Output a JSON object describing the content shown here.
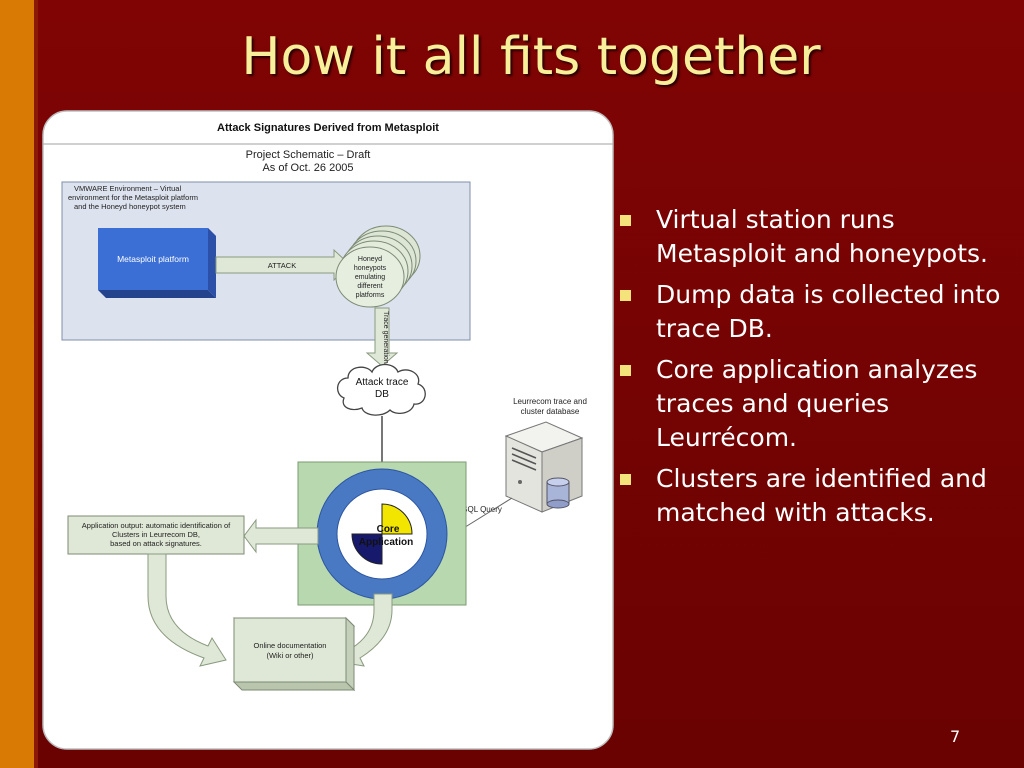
{
  "slide": {
    "title": "How it all fits together",
    "page_number": "7"
  },
  "bullets": [
    "Virtual station runs Metasploit and honeypots.",
    "Dump data is collected into trace DB.",
    "Core application analyzes traces and queries Leurrécom.",
    "Clusters are identified and matched with attacks."
  ],
  "diagram": {
    "heading": "Attack Signatures Derived from Metasploit",
    "subtitle": [
      "Project Schematic – Draft",
      "As of Oct. 26 2005"
    ],
    "vmware_label": [
      "VMWARE Environment – Virtual",
      "environment for the Metasploit platform",
      "and the Honeyd honeypot system"
    ],
    "metasploit_label": "Metasploit platform",
    "attack_label": "ATTACK",
    "honeyd_label": [
      "Honeyd",
      "honeypots",
      "emulating",
      "different",
      "platforms"
    ],
    "trace_gen_label": "Trace generation",
    "trace_db_label": [
      "Attack trace",
      "DB"
    ],
    "leurrecom_label": [
      "Leurrecom trace and",
      "cluster database"
    ],
    "sql_label": "SQL Query",
    "core_label": [
      "Core",
      "Application"
    ],
    "output_label": [
      "Application output: automatic identification of",
      "Clusters in Leurrecom DB,",
      "based on attack signatures."
    ],
    "docs_label": [
      "Online documentation",
      "(Wiki or other)"
    ]
  },
  "colors": {
    "background": "#7a0303",
    "accent_bar": "#d97a05",
    "title": "#f7ef9a",
    "bullet": "#f4e27a",
    "core_ring": "#4a79c4",
    "green_box": "#b8d8b0"
  }
}
